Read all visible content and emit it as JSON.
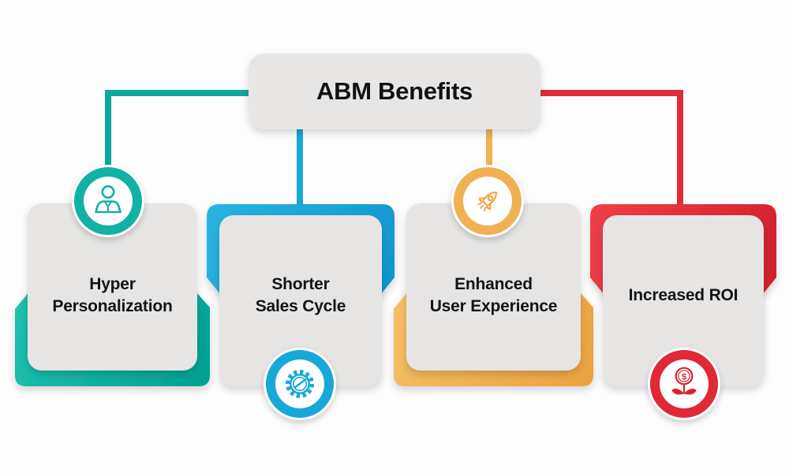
{
  "title": "ABM Benefits",
  "cards": [
    {
      "label_lines": [
        "Hyper",
        "Personalization"
      ],
      "icon": "person-icon",
      "icon_position": "top",
      "color": "#12b2a3"
    },
    {
      "label_lines": [
        "Shorter",
        "Sales Cycle"
      ],
      "icon": "gear-clock-icon",
      "icon_position": "bottom",
      "color": "#18a8d8"
    },
    {
      "label_lines": [
        "Enhanced",
        "User Experience"
      ],
      "icon": "rocket-icon",
      "icon_position": "top",
      "color": "#f0b152"
    },
    {
      "label_lines": [
        "Increased ROI"
      ],
      "icon": "money-plant-icon",
      "icon_position": "bottom",
      "color": "#e22b38"
    }
  ],
  "icons": {
    "dollar_symbol": "$"
  },
  "colors": {
    "teal": "#12b2a3",
    "blue": "#18a8d8",
    "yellow": "#f0b152",
    "red": "#e22b38",
    "card_gray": "#e6e5e4",
    "background": "#fefdfd",
    "text": "#141414"
  }
}
